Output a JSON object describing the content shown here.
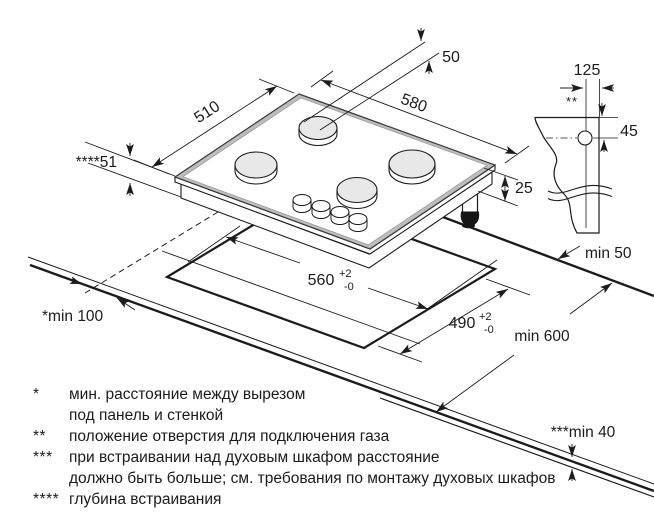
{
  "diagram_type": "gas-hob-installation-drawing",
  "labels": {
    "d50": "50",
    "d510": "510",
    "d580": "580",
    "d125": "125",
    "d45": "45",
    "d25": "25",
    "recess_depth": "****51",
    "min50": "min 50",
    "min600": "min 600",
    "min100": "*min 100",
    "min40": "***min 40",
    "cutout_width": "560",
    "cutout_depth": "490",
    "tol_plus": "+2",
    "tol_minus": "-0",
    "gas_hole_mark": "**"
  },
  "footnotes": {
    "f1": {
      "marker": "*",
      "line1": "мин. расстояние между вырезом",
      "line2": "под панель и стенкой"
    },
    "f2": {
      "marker": "**",
      "line1": "положение отверстия для подключения газа"
    },
    "f3": {
      "marker": "***",
      "line1": "при встраивании над духовым шкафом расстояние",
      "line2": "должно быть больше; см. требования по монтажу духовых шкафов"
    },
    "f4": {
      "marker": "****",
      "line1": "глубина встраивания"
    }
  }
}
